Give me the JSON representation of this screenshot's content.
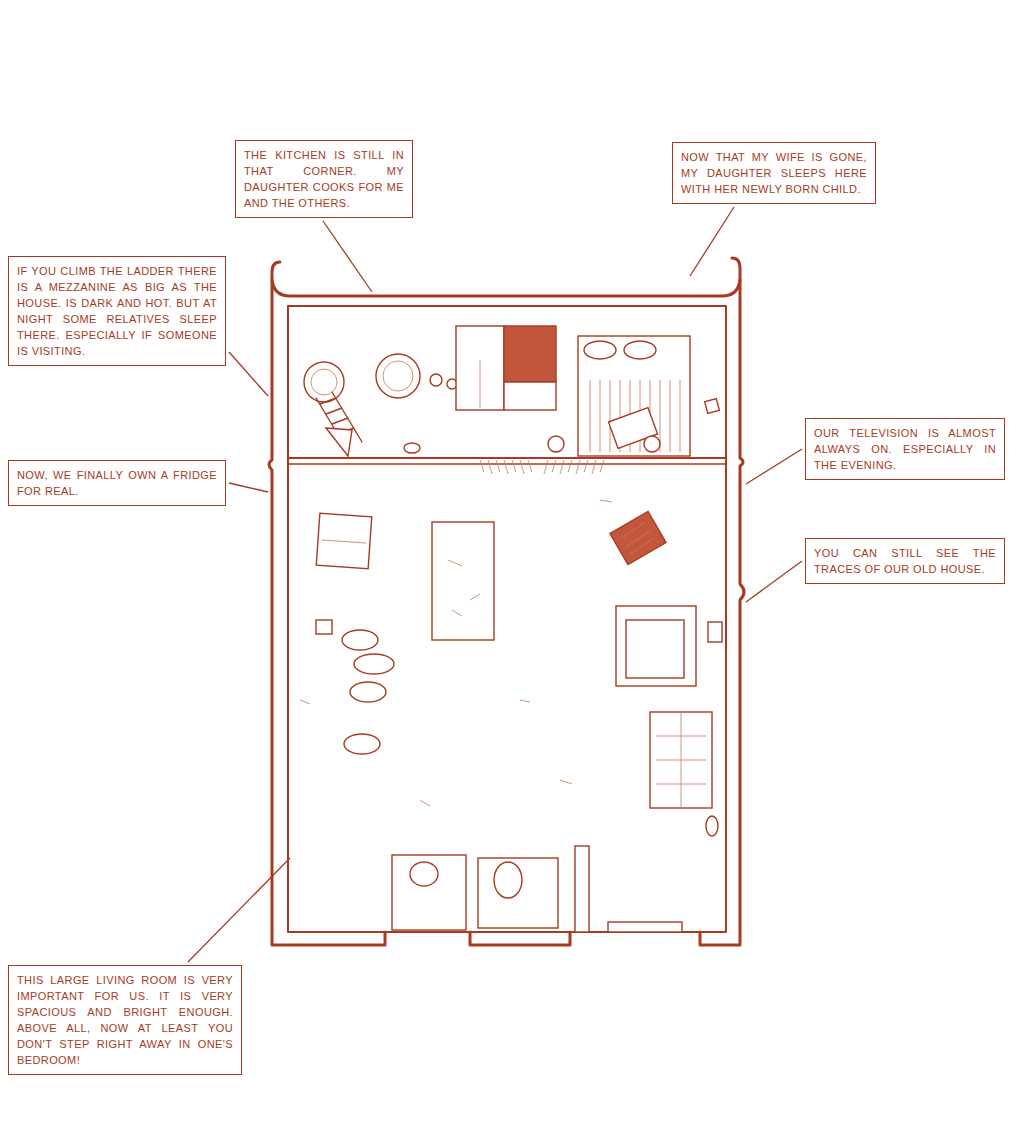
{
  "diagram": {
    "nodes": [
      {
        "text": [
          "THE KITCHEN IS STILL IN THAT CORNER. MY DAUGHTER COOKS FOR ME AND THE OTHERS."
        ]
      },
      {
        "text": [
          "NOW THAT MY WIFE IS GONE, MY DAUGHTER SLEEPS HERE WITH HER NEWLY BORN CHILD."
        ]
      },
      {
        "text": [
          "IF YOU CLIMB THE LADDER THERE IS A MEZZANINE AS BIG AS THE HOUSE. IS DARK AND HOT. BUT AT NIGHT SOME RELATIVES SLEEP THERE. ESPECIALLY IF SOMEONE IS VISITING."
        ]
      },
      {
        "text": [
          "OUR TELEVISION IS ALMOST ALWAYS ON. ESPECIALLY IN THE EVENING."
        ]
      },
      {
        "text": [
          "NOW, WE FINALLY OWN A FRIDGE FOR REAL."
        ]
      },
      {
        "text": [
          "YOU CAN STILL SEE THE TRACES OF OUR OLD HOUSE."
        ]
      },
      {
        "text": [
          "THIS LARGE LIVING ROOM IS VERY IMPORTANT FOR US. IT IS VERY SPACIOUS AND BRIGHT ENOUGH. ABOVE ALL, NOW AT LEAST YOU DON'T STEP RIGHT AWAY IN ONE'S BEDROOM!"
        ]
      }
    ]
  }
}
